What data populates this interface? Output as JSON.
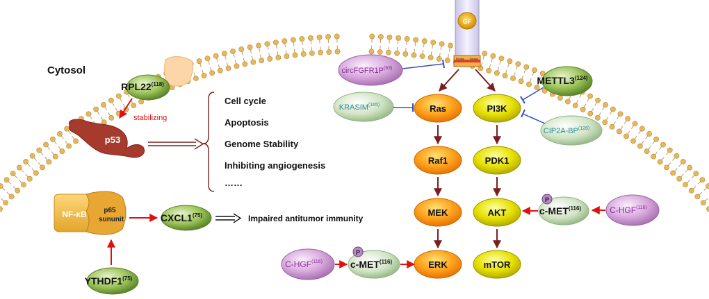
{
  "cytosol_label": "Cytosol",
  "receptor": {
    "ligand": "GF",
    "kinase_left": "Kinase",
    "kinase_right": "Kinase"
  },
  "rpl22": {
    "name": "RPL22",
    "ref": "(118)",
    "action": "stabilizing"
  },
  "p53": {
    "name": "p53"
  },
  "p53_outcomes": [
    "Cell cycle",
    "Apoptosis",
    "Genome Stability",
    "Inhibiting angiogenesis",
    "……"
  ],
  "nfkb": {
    "name": "NF-κB",
    "sub1": "p65",
    "sub2": "sununit"
  },
  "cxcl1": {
    "name": "CXCL1",
    "ref": "(75)",
    "outcome": "Impaired antitumor immunity"
  },
  "ythdf1": {
    "name": "YTHDF1",
    "ref": "(75)"
  },
  "circfgfr1p": {
    "name": "circFGFR1P",
    "ref": "(63)"
  },
  "krasim": {
    "name": "KRASIM",
    "ref": "(165)"
  },
  "mettl3": {
    "name": "METTL3",
    "ref": "(124)"
  },
  "cip2abp": {
    "name": "CIP2A-BP",
    "ref": "(126)"
  },
  "ras_pathway": [
    "Ras",
    "Raf1",
    "MEK",
    "ERK"
  ],
  "pi3k_pathway": [
    "PI3K",
    "PDK1",
    "AKT",
    "mTOR"
  ],
  "chgf_right": {
    "name": "C-HGF",
    "ref": "(116)"
  },
  "cmet_right": {
    "name": "c-MET",
    "ref": "(116)",
    "phospho": "P"
  },
  "chgf_bottom": {
    "name": "C-HGF",
    "ref": "(116)"
  },
  "cmet_bottom": {
    "name": "c-MET",
    "ref": "(116)",
    "phospho": "P"
  },
  "colors": {
    "green_node": "#7aa83a",
    "orange_node": "#f08a00",
    "yellow_node": "#d7cf00",
    "purple_node": "#c08ac8",
    "pale_green_node": "#bfd8b2",
    "activation_arrow": "#7a1f1f",
    "red_arrow": "#e01010",
    "inhibition": "#3050c0",
    "p53_body": "#a63a2c"
  }
}
